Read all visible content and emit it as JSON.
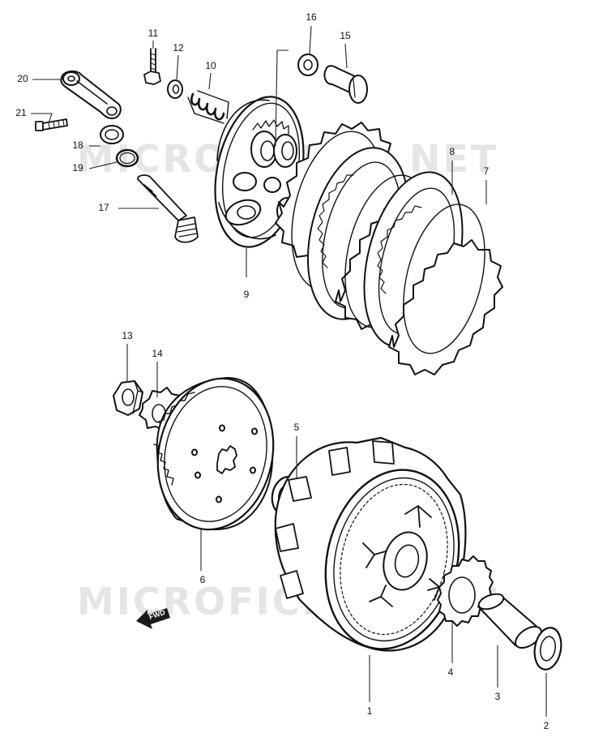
{
  "watermark": {
    "upper": "MICROFICHES.NET",
    "lower": "MICROFICHES.NET"
  },
  "fwd_label": "FWD",
  "callouts": [
    {
      "id": "1",
      "label": "1"
    },
    {
      "id": "2",
      "label": "2"
    },
    {
      "id": "3",
      "label": "3"
    },
    {
      "id": "4",
      "label": "4"
    },
    {
      "id": "5",
      "label": "5"
    },
    {
      "id": "6",
      "label": "6"
    },
    {
      "id": "7",
      "label": "7"
    },
    {
      "id": "8",
      "label": "8"
    },
    {
      "id": "9",
      "label": "9"
    },
    {
      "id": "10",
      "label": "10"
    },
    {
      "id": "11",
      "label": "11"
    },
    {
      "id": "12",
      "label": "12"
    },
    {
      "id": "13",
      "label": "13"
    },
    {
      "id": "14",
      "label": "14"
    },
    {
      "id": "15",
      "label": "15"
    },
    {
      "id": "16",
      "label": "16"
    },
    {
      "id": "17",
      "label": "17"
    },
    {
      "id": "18",
      "label": "18"
    },
    {
      "id": "19",
      "label": "19"
    },
    {
      "id": "20",
      "label": "20"
    },
    {
      "id": "21",
      "label": "21"
    }
  ]
}
